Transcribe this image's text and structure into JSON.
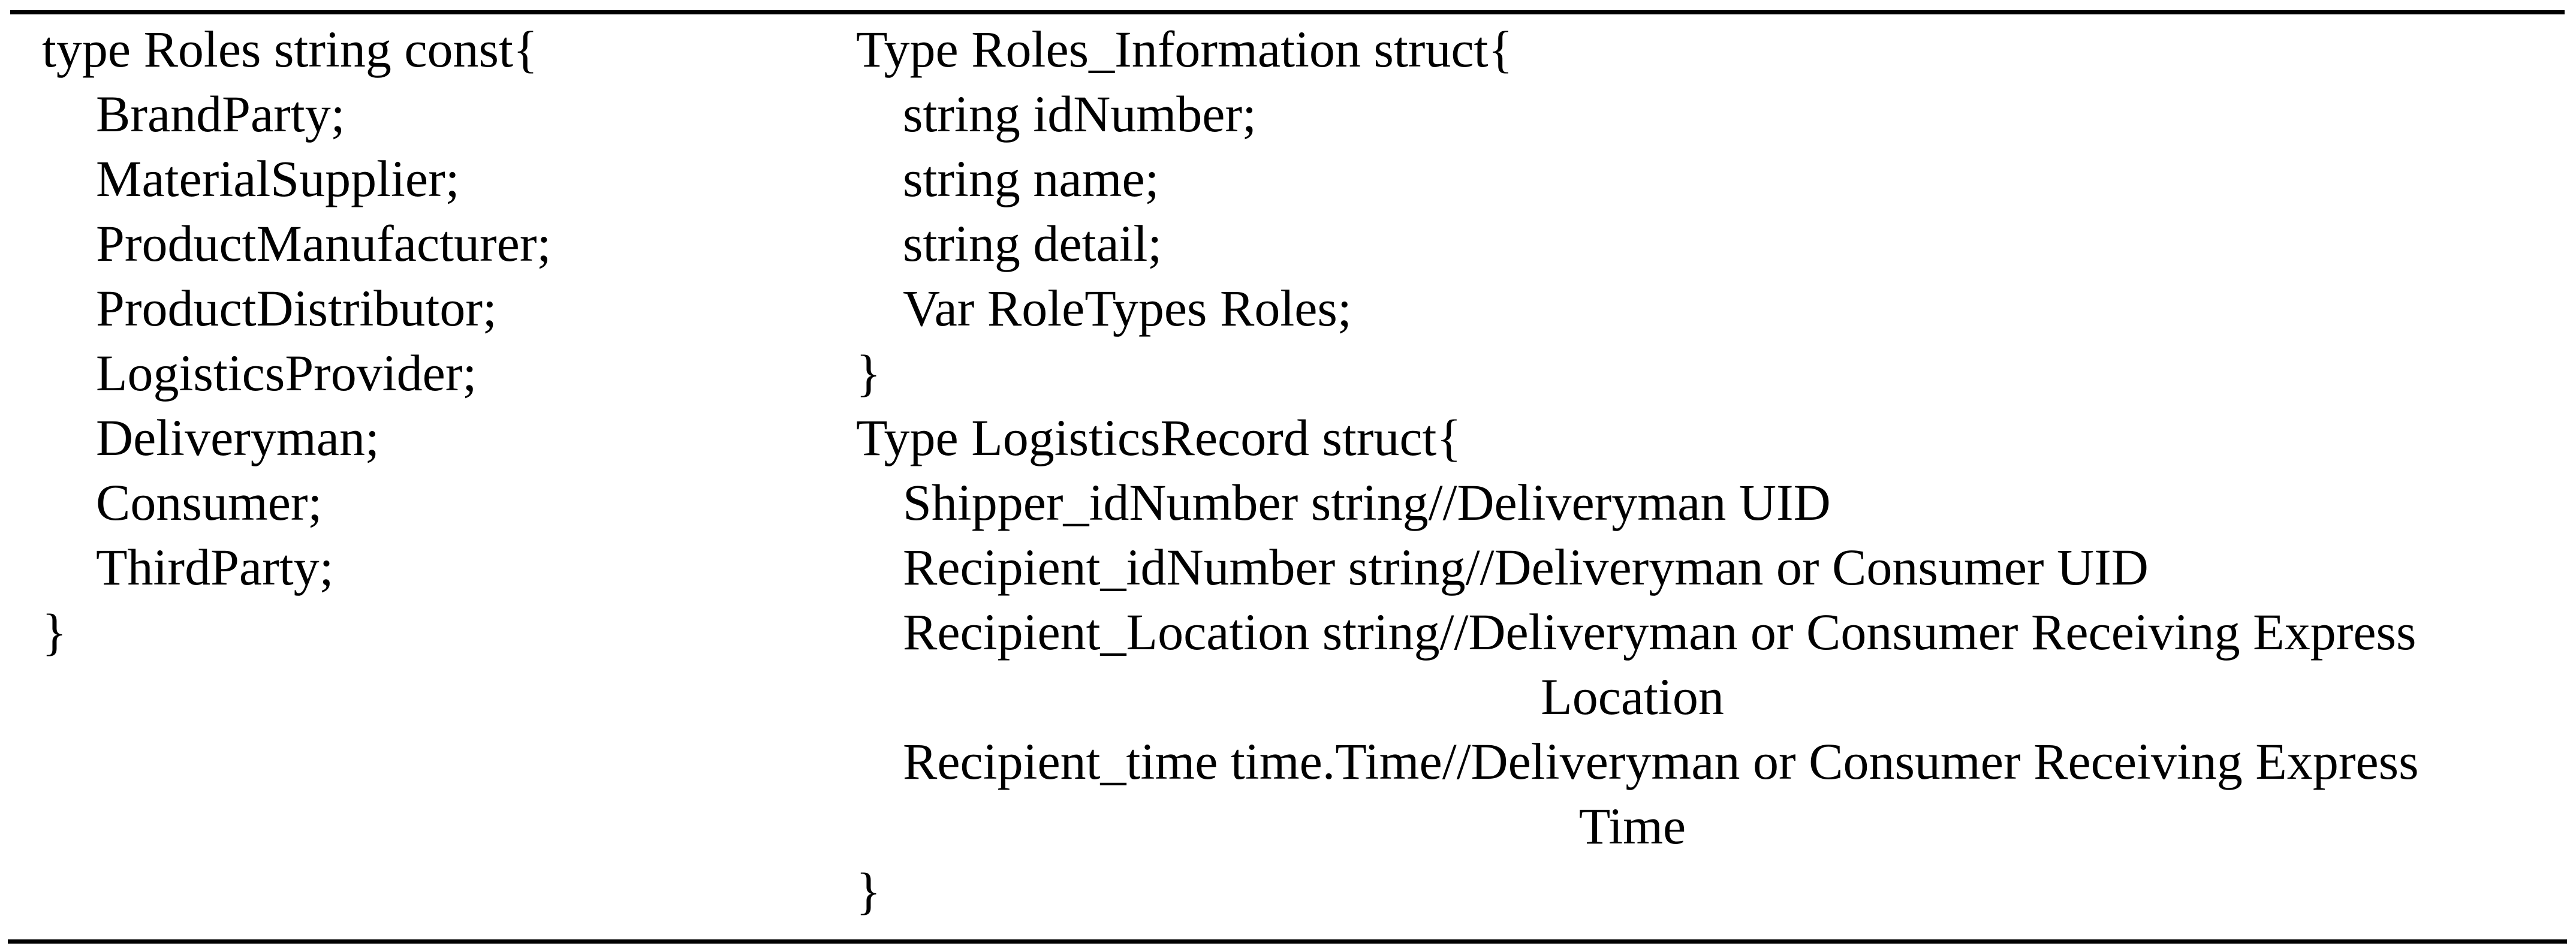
{
  "listing": {
    "left_column": {
      "lines": [
        {
          "text": "type Roles string const{",
          "style": "plain"
        },
        {
          "text": "BrandParty;",
          "style": "member"
        },
        {
          "text": "MaterialSupplier;",
          "style": "member"
        },
        {
          "text": "ProductManufacturer;",
          "style": "member"
        },
        {
          "text": "ProductDistributor;",
          "style": "member"
        },
        {
          "text": "LogisticsProvider;",
          "style": "member"
        },
        {
          "text": "Deliveryman;",
          "style": "member"
        },
        {
          "text": "Consumer;",
          "style": "member"
        },
        {
          "text": "ThirdParty;",
          "style": "member"
        },
        {
          "text": "}",
          "style": "plain"
        }
      ]
    },
    "right_column": {
      "lines": [
        {
          "text": "Type Roles_Information struct{",
          "style": "plain"
        },
        {
          "text": "string idNumber;",
          "style": "member"
        },
        {
          "text": "string name;",
          "style": "member"
        },
        {
          "text": "string detail;",
          "style": "member"
        },
        {
          "text": "Var RoleTypes Roles;",
          "style": "member"
        },
        {
          "text": "}",
          "style": "plain"
        },
        {
          "text": "Type LogisticsRecord struct{",
          "style": "plain"
        },
        {
          "text": "Shipper_idNumber string//Deliveryman UID",
          "style": "member"
        },
        {
          "text": "Recipient_idNumber string//Deliveryman or Consumer UID",
          "style": "member"
        },
        {
          "text": "Recipient_Location string//Deliveryman or Consumer Receiving Express",
          "style": "member"
        },
        {
          "text": "Location",
          "style": "continuation"
        },
        {
          "text": "Recipient_time time.Time//Deliveryman or Consumer Receiving Express",
          "style": "member"
        },
        {
          "text": "Time",
          "style": "continuation"
        },
        {
          "text": "}",
          "style": "plain"
        }
      ]
    }
  },
  "colors": {
    "text": "#000000",
    "background": "#ffffff",
    "rule": "#000000"
  }
}
